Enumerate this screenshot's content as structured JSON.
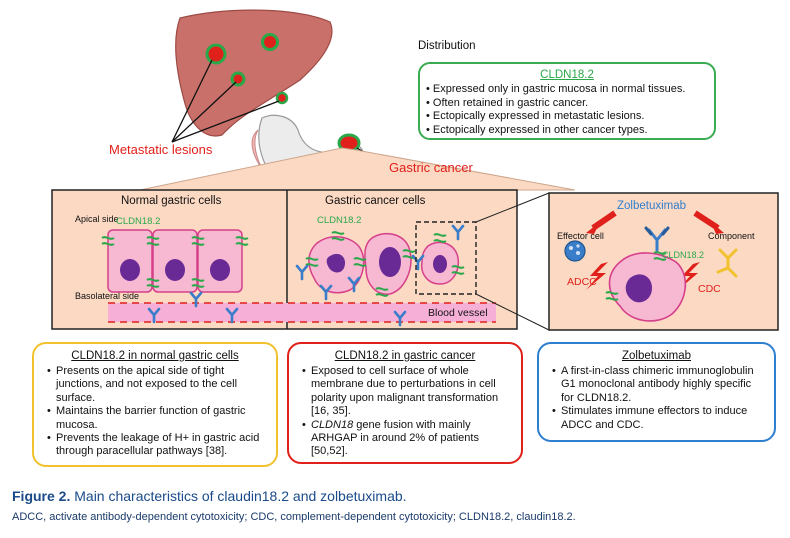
{
  "labels": {
    "distribution": "Distribution",
    "metastatic_lesions": "Metastatic lesions",
    "gastric_cancer": "Gastric cancer",
    "normal_gastric_cells": "Normal gastric cells",
    "gastric_cancer_cells": "Gastric cancer cells",
    "apical_side": "Apical side",
    "basolateral_side": "Basolateral side",
    "cldn_normal": "CLDN18.2",
    "cldn_cancer": "CLDN18.2",
    "cldn_mech": "CLDN18.2",
    "blood_vessel": "Blood vessel",
    "zolbetuximab": "Zolbetuximab",
    "effector_cell": "Effector cell",
    "component": "Component",
    "adcc": "ADCC",
    "cdc": "CDC"
  },
  "distribution_box": {
    "title": "CLDN18.2",
    "items": [
      "Expressed only in gastric mucosa in normal tissues.",
      "Often retained in gastric cancer.",
      "Ectopically expressed in metastatic lesions.",
      "Ectopically expressed in other cancer types."
    ]
  },
  "boxes": {
    "normal": {
      "title": "CLDN18.2 in normal gastric cells",
      "items": [
        "Presents on the apical side of tight junctions, and not exposed to the cell surface.",
        "Maintains the barrier function of gastric mucosa.",
        "Prevents the leakage of H+ in gastric acid through paracellular pathways [38]."
      ]
    },
    "cancer": {
      "title": "CLDN18.2 in gastric cancer",
      "item1": "Exposed to cell surface of whole membrane due to perturbations in cell polarity upon malignant transformation [16, 35].",
      "item2_italic": "CLDN18",
      "item2_rest": " gene fusion with mainly ARHGAP in around 2% of patients [50,52]."
    },
    "zolbetuximab": {
      "title": "Zolbetuximab",
      "items": [
        "A first-in-class chimeric immunoglobulin G1 monoclonal antibody highly specific for CLDN18.2.",
        "Stimulates immune effectors to induce ADCC and CDC."
      ]
    }
  },
  "caption": {
    "figure": "Figure 2.",
    "title": " Main characteristics of claudin18.2 and zolbetuximab.",
    "body": "ADCC, activate antibody-dependent cytotoxicity; CDC, complement-dependent cytotoxicity; CLDN18.2, claudin18.2."
  },
  "colors": {
    "liver": "#c9706a",
    "lesion_red": "#e0201a",
    "lesion_ring": "#2aa84a",
    "panel_bg": "#fbd9c3",
    "cell_fill": "#f7b8d2",
    "cell_border": "#d6408a",
    "nucleus": "#6a2a96",
    "antibody": "#3a7dc9",
    "blood_vessel": "#f6b0d8",
    "box_yellow": "#f2c12e",
    "box_red": "#e0201a",
    "box_blue": "#2f7fd0",
    "box_green": "#3aab50"
  }
}
